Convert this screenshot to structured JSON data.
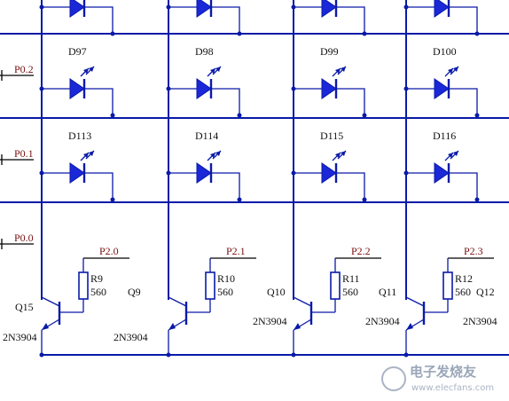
{
  "ports": [
    "P0.2",
    "P0.1",
    "P0.0"
  ],
  "leds": [
    {
      "designator": "",
      "col": 0,
      "row": 0
    },
    {
      "designator": "",
      "col": 1,
      "row": 0
    },
    {
      "designator": "",
      "col": 2,
      "row": 0
    },
    {
      "designator": "",
      "col": 3,
      "row": 0
    },
    {
      "designator": "D97",
      "col": 0,
      "row": 1
    },
    {
      "designator": "D98",
      "col": 1,
      "row": 1
    },
    {
      "designator": "D99",
      "col": 2,
      "row": 1
    },
    {
      "designator": "D100",
      "col": 3,
      "row": 1
    },
    {
      "designator": "D113",
      "col": 0,
      "row": 2
    },
    {
      "designator": "D114",
      "col": 1,
      "row": 2
    },
    {
      "designator": "D115",
      "col": 2,
      "row": 2
    },
    {
      "designator": "D116",
      "col": 3,
      "row": 2
    }
  ],
  "nets": [
    "P2.0",
    "P2.1",
    "P2.2",
    "P2.3"
  ],
  "resistors": [
    {
      "designator": "R9",
      "value": "560"
    },
    {
      "designator": "R10",
      "value": "560"
    },
    {
      "designator": "R11",
      "value": "560"
    },
    {
      "designator": "R12",
      "value": "560"
    }
  ],
  "transistors": [
    {
      "designator": "Q15",
      "part": "2N3904"
    },
    {
      "designator": "Q9",
      "part": "2N3904"
    },
    {
      "designator": "Q10",
      "part": "2N3904"
    },
    {
      "designator": "Q11",
      "part": "2N3904"
    }
  ],
  "q12_label": "Q12",
  "q12_part": "2N3904",
  "watermark": {
    "title": "电子发烧友",
    "url": "www.elecfans.com"
  },
  "colors": {
    "wire": "#0a1aa8",
    "led_fill": "#1a28d8",
    "net_text": "#7a1010",
    "text": "#111111"
  }
}
